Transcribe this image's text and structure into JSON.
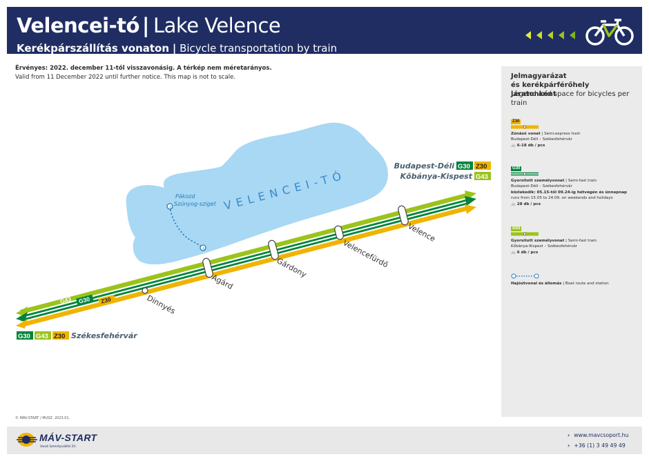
{
  "header": {
    "title_main": "Velencei-tó",
    "title_sep": "|",
    "title_en": "Lake Velence",
    "subtitle_hu": "Kerékpárszállítás vonaton",
    "subtitle_sep": "|",
    "subtitle_en": "Bicycle transportation by train"
  },
  "validity": {
    "hu": "Érvényes: 2022. december 11-től visszavonásig. A térkép nem méretarányos.",
    "en": "Valid from 11 December 2022 until further notice. This map is not to scale."
  },
  "map": {
    "lake_label": "VELENCEI-TÓ",
    "boat_station_label_1": "Pákozd",
    "boat_station_label_2": "Szúnyog-sziget",
    "stations": [
      "Dinnyés",
      "Agárd",
      "Gárdony",
      "Velencefürdő",
      "Velence"
    ],
    "terminal_east_1": "Budapest-Déli",
    "terminal_east_2": "Kőbánya-Kispest",
    "terminal_west": "Székesfehérvár",
    "line_badges": [
      "G30",
      "Z30",
      "G43"
    ]
  },
  "colors": {
    "header_bg": "#1f2d63",
    "lake": "#a8d8f3",
    "G30": "#00843d",
    "Z30": "#f0b400",
    "G43": "#9bc31c",
    "boat": "#2a7ab8",
    "title_station": "#4a6070"
  },
  "legend": {
    "title_hu_1": "Jelmagyarázat",
    "title_hu_2": "és kerékpárférőhely járatonként",
    "title_en": "Legend and space for bicycles per train",
    "entries": [
      {
        "code": "Z30",
        "type_hu": "Zónázó vonat",
        "type_en": "Semi-express train",
        "route": "Budapest-Déli – Székesfehérvár",
        "note_hu": "",
        "note_en": "",
        "capacity": "6-18 db / pcs"
      },
      {
        "code": "G30",
        "type_hu": "Gyorsított személyvonat",
        "type_en": "Semi-fast train",
        "route": "Budapest-Déli – Székesfehérvár",
        "note_hu": "közlekedik: 05.15-től 09.24-ig hétvégén és ünnepnap",
        "note_en": "runs from 15.05 to 24.09. on weekends and holidays",
        "capacity": "28 db / pcs"
      },
      {
        "code": "G43",
        "type_hu": "Gyorsított személyvonat",
        "type_en": "Semi-fast train",
        "route": "Kőbánya-Kispest – Székesfehérvár",
        "note_hu": "",
        "note_en": "",
        "capacity": "6 db / pcs"
      }
    ],
    "boat_hu": "Hajóútvonal és állomás",
    "boat_en": "Boat route and station"
  },
  "copyright": "© MÁV-START / MUSZ. 2023.01.",
  "footer": {
    "logo_text": "MÁV-START",
    "logo_sub": "Vasúti Személyszállító Zrt.",
    "website": "www.mavcsoport.hu",
    "phone": "+36 (1) 3 49 49 49"
  }
}
